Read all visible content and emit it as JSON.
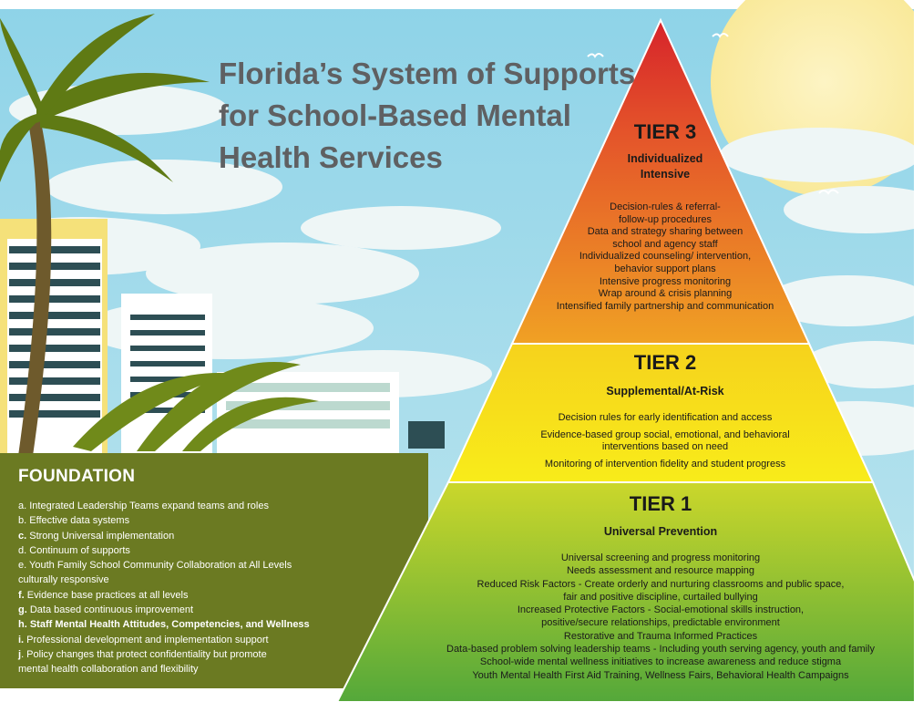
{
  "title_lines": [
    "Florida’s System of Supports",
    "for School-Based Mental",
    "Health Services"
  ],
  "colors": {
    "sky": "#a9dcec",
    "title": "#5f6062",
    "olive": "#6b7a22",
    "tier3_top": "#d9272b",
    "tier3_bottom": "#ee9a25",
    "tier2": "#f7e21a",
    "tier1_top": "#c8d62a",
    "tier1_bottom": "#55a83a",
    "sun": "#fbefb0"
  },
  "tier3": {
    "title": "TIER 3",
    "sub1": "Individualized",
    "sub2": "Intensive",
    "items": [
      "Decision-rules & referral-",
      "follow-up procedures",
      "Data and strategy sharing between",
      "school and agency staff",
      "Individualized counseling/ intervention,",
      "behavior support plans",
      "Intensive progress monitoring",
      "Wrap around & crisis planning",
      "Intensified family partnership and communication"
    ]
  },
  "tier2": {
    "title": "TIER 2",
    "sub": "Supplemental/At-Risk",
    "items": [
      "Decision rules for early identification and access",
      "Evidence-based group social, emotional, and behavioral",
      "interventions based on need",
      "Monitoring of intervention fidelity and student progress"
    ]
  },
  "tier1": {
    "title": "TIER 1",
    "sub": "Universal Prevention",
    "items": [
      "Universal screening and progress monitoring",
      "Needs assessment and resource mapping",
      "Reduced Risk Factors - Create orderly and nurturing classrooms and public space,",
      "fair and positive discipline, curtailed bullying",
      "Increased Protective Factors - Social-emotional skills instruction,",
      "positive/secure relationships, predictable environment",
      "Restorative and Trauma Informed Practices",
      "Data-based problem solving leadership teams - Including youth serving agency, youth and family",
      "School-wide mental wellness initiatives to increase awareness and reduce stigma",
      "Youth Mental Health First Aid Training, Wellness Fairs, Behavioral Health Campaigns"
    ]
  },
  "foundation": {
    "title": "FOUNDATION",
    "items": [
      {
        "letter": "a.",
        "text": " Integrated Leadership Teams    expand teams and roles"
      },
      {
        "letter": "b.",
        "text": " Effective data systems"
      },
      {
        "letter": "c.",
        "text": " Strong Universal implementation"
      },
      {
        "letter": "d.",
        "text": " Continuum of supports"
      },
      {
        "letter": "e.",
        "text": " Youth Family School Community Collaboration at All Levels",
        "cont": "culturally responsive"
      },
      {
        "letter": "f.",
        "text": " Evidence base practices at all levels"
      },
      {
        "letter": "g.",
        "text": " Data based continuous improvement"
      },
      {
        "letter": "h.",
        "text": " Staff Mental Health Attitudes, Competencies, and Wellness"
      },
      {
        "letter": "i.",
        "text": " Professional development and implementation support"
      },
      {
        "letter": "j",
        "text": ". Policy changes that protect confidentiality but promote",
        "cont": " mental health collaboration and flexibility"
      }
    ]
  }
}
